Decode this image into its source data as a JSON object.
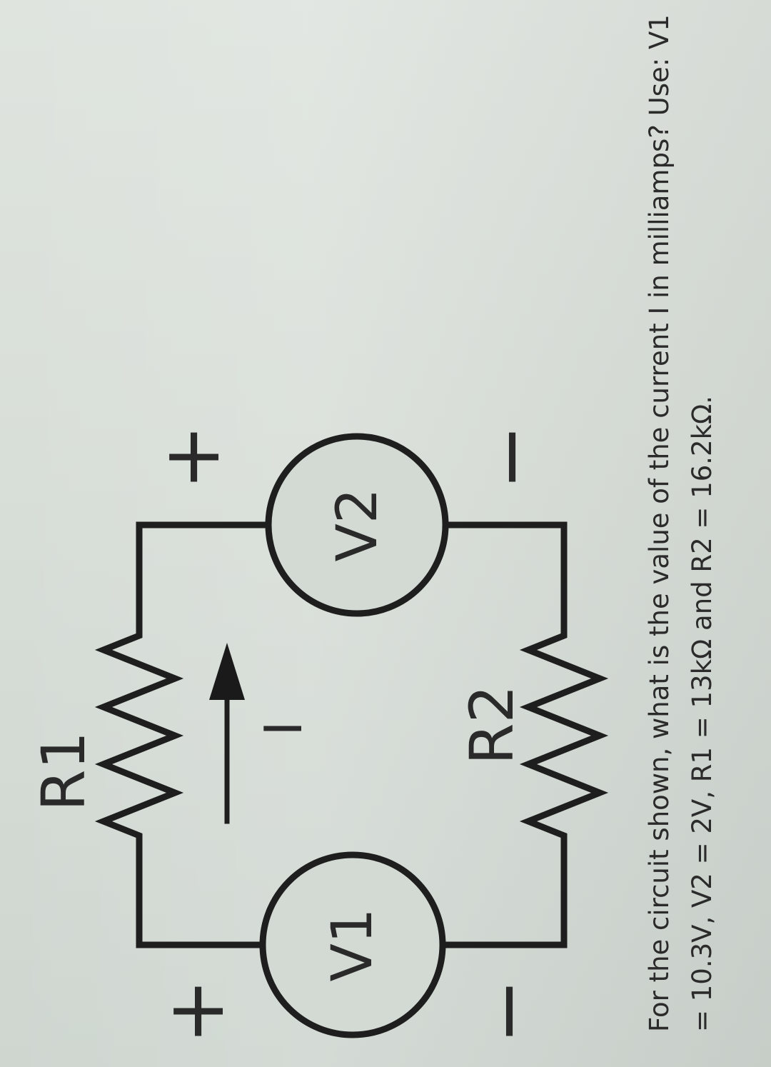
{
  "diagram": {
    "r1_label": "R1",
    "r2_label": "R2",
    "v1_label": "V1",
    "v2_label": "V2",
    "current_label": "I",
    "v1_plus": "+",
    "v1_minus": "−",
    "v2_plus": "+",
    "v2_minus": "−"
  },
  "question": {
    "line1": "For the circuit shown, what is the value of the current I in milliamps? Use: V1",
    "line2": "= 10.3V, V2 = 2V, R1 = 13kΩ and R2 = 16.2kΩ."
  }
}
